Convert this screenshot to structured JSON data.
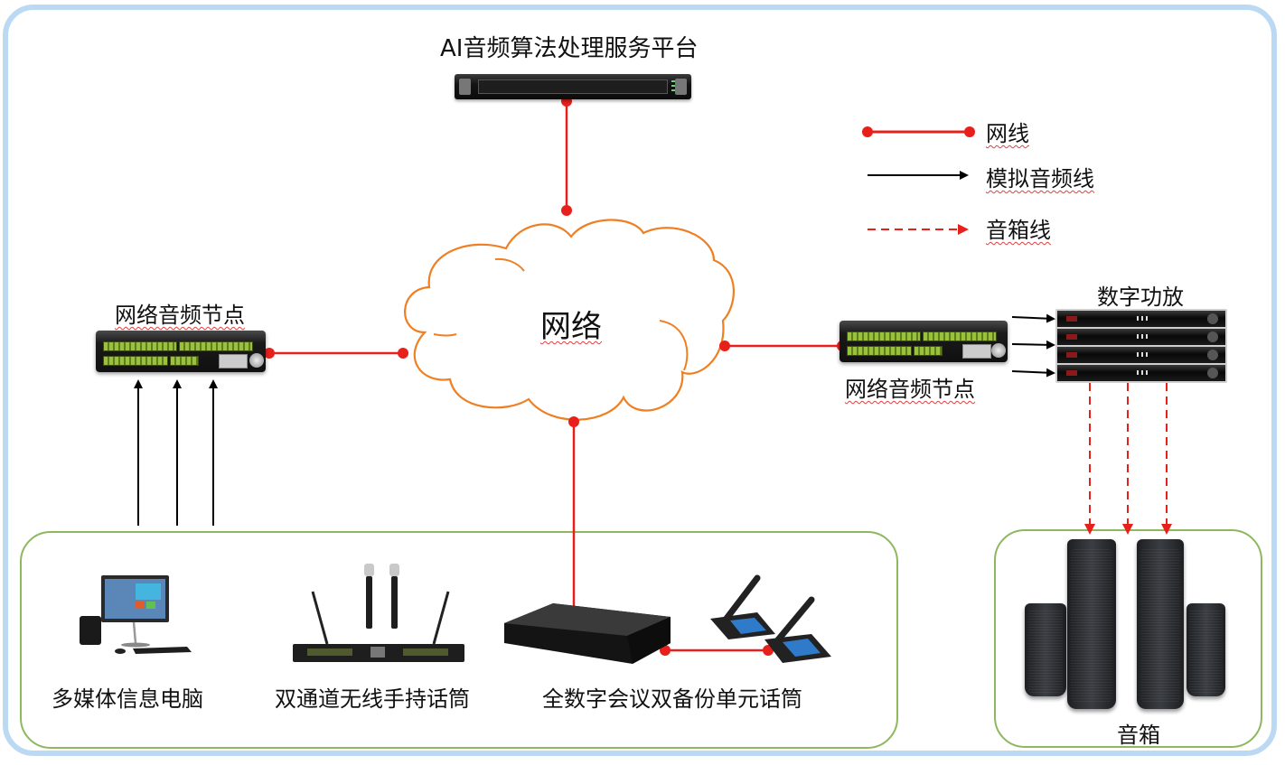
{
  "diagram": {
    "nodes": {
      "ai_platform": {
        "label": "AI音频算法处理服务平台"
      },
      "network": {
        "label": "网络"
      },
      "left_audio_node": {
        "label": "网络音频节点"
      },
      "right_audio_node": {
        "label": "网络音频节点"
      },
      "digital_amplifier": {
        "label": "数字功放"
      },
      "multimedia_pc": {
        "label": "多媒体信息电脑"
      },
      "wireless_mic": {
        "label": "双通道无线手持话筒"
      },
      "conference_mic": {
        "label": "全数字会议双备份单元话筒"
      },
      "speakers": {
        "label": "音箱"
      }
    },
    "legend": [
      {
        "label": "网线",
        "style": "network-cable",
        "color": "#e8201c"
      },
      {
        "label": "模拟音频线",
        "style": "analog-audio-arrow",
        "color": "#000000"
      },
      {
        "label": "音箱线",
        "style": "speaker-cable-dashed",
        "color": "#e8201c"
      }
    ],
    "edges": [
      {
        "from": "ai_platform",
        "to": "network",
        "type": "网线"
      },
      {
        "from": "left_audio_node",
        "to": "network",
        "type": "网线"
      },
      {
        "from": "right_audio_node",
        "to": "network",
        "type": "网线"
      },
      {
        "from": "network",
        "to": "conference_mic",
        "type": "网线"
      },
      {
        "from": "conference_host",
        "to": "conference_units",
        "type": "网线"
      },
      {
        "from": "source_group",
        "to": "left_audio_node",
        "type": "模拟音频线",
        "count": 3
      },
      {
        "from": "right_audio_node",
        "to": "digital_amplifier",
        "type": "模拟音频线",
        "count": 3
      },
      {
        "from": "digital_amplifier",
        "to": "speakers",
        "type": "音箱线",
        "count": 3
      }
    ],
    "colors": {
      "frame": "#bcd9f3",
      "group_border": "#8db85d",
      "cloud_stroke": "#ef7f22",
      "network_cable": "#e8201c"
    }
  }
}
